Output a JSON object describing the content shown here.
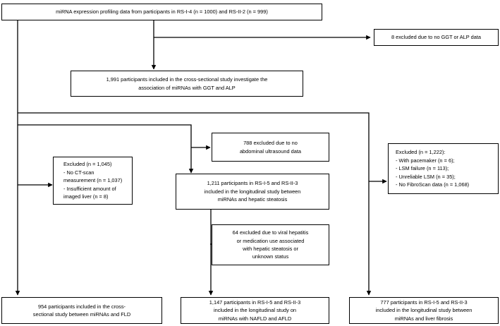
{
  "diagram": {
    "title": "Study participant flow diagram",
    "line_color": "#000000",
    "box_border_color": "#000000",
    "background": "#ffffff"
  },
  "nodes": {
    "source_cohort": {
      "text": "miRNA expression profiling data from participants in RS-I-4 (n = 1000) and RS-II-2 (n = 999)"
    },
    "excluded_ggt_alp": {
      "text": "8 excluded due to no GGT or ALP data"
    },
    "cross_sectional_ggt_alp": {
      "text": "1,991 participants included in the cross-sectional study investigate the\nassociation of miRNAs with GGT and ALP"
    },
    "excluded_ct_scan": {
      "text": "Excluded (n = 1,045)\n- No CT-scan\n  measurement (n = 1,037)\n- Insufficient amount of\n  imaged liver (n = 8)"
    },
    "excluded_ultrasound": {
      "text": "788 excluded due to no\nabdominal ultrasound data"
    },
    "longitudinal_steatosis": {
      "text": "1,211 participants in RS-I-5 and RS-II-3\nincluded in the longitudinal study between\nmiRNAs and hepatic steatosis"
    },
    "excluded_fibroscan": {
      "text": "Excluded (n = 1,222):\n- With pacemaker (n = 6);\n- LSM failure (n = 113);\n- Unreliable LSM (n = 35);\n - No FibroScan data (n = 1,068)"
    },
    "excluded_hepatitis": {
      "text": "64 excluded due to viral hepatitis\nor medication use associated\nwith hepatic steatosis or\nunknown status"
    },
    "outcome_fld": {
      "text": "954 participants included in the cross-\nsectional study between miRNAs and FLD"
    },
    "outcome_nafld_afld": {
      "text": "1,147 participants in RS-I-5 and RS-II-3\nincluded in the longitudinal study on\nmiRNAs with NAFLD and AFLD"
    },
    "outcome_liver_fibrosis": {
      "text": "777 participants in RS-I-5 and RS-II-3\nincluded in the longitudinal study between\nmiRNAs and liver fibrosis"
    }
  }
}
